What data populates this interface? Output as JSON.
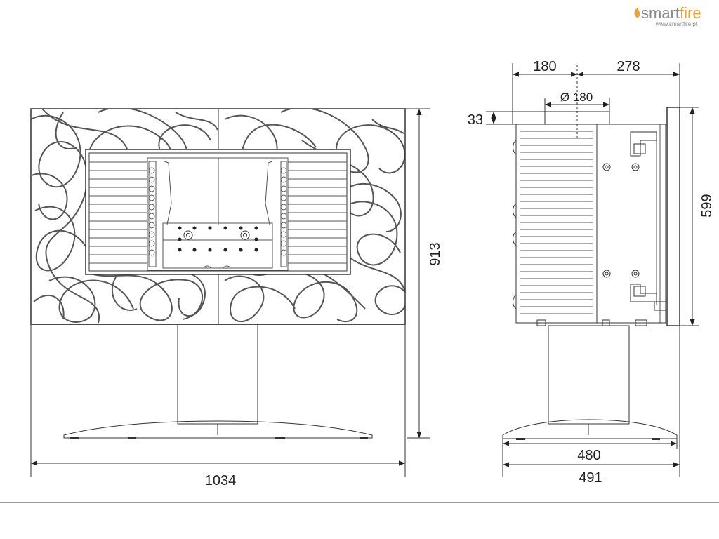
{
  "brand": {
    "name_part1": "smart",
    "name_part2": "fire",
    "url": "www.smartfire.pt",
    "accent_color": "#e8a23a",
    "text_color": "#8a8a8a"
  },
  "dimensions": {
    "front_width": "1034",
    "front_height": "913",
    "side_top_left": "180",
    "side_top_right": "278",
    "flue_diameter": "Ø 180",
    "flue_height": "33",
    "side_height": "599",
    "base_width": "480",
    "overall_depth": "491"
  },
  "colors": {
    "line": "#333333",
    "pattern": "#555555"
  }
}
